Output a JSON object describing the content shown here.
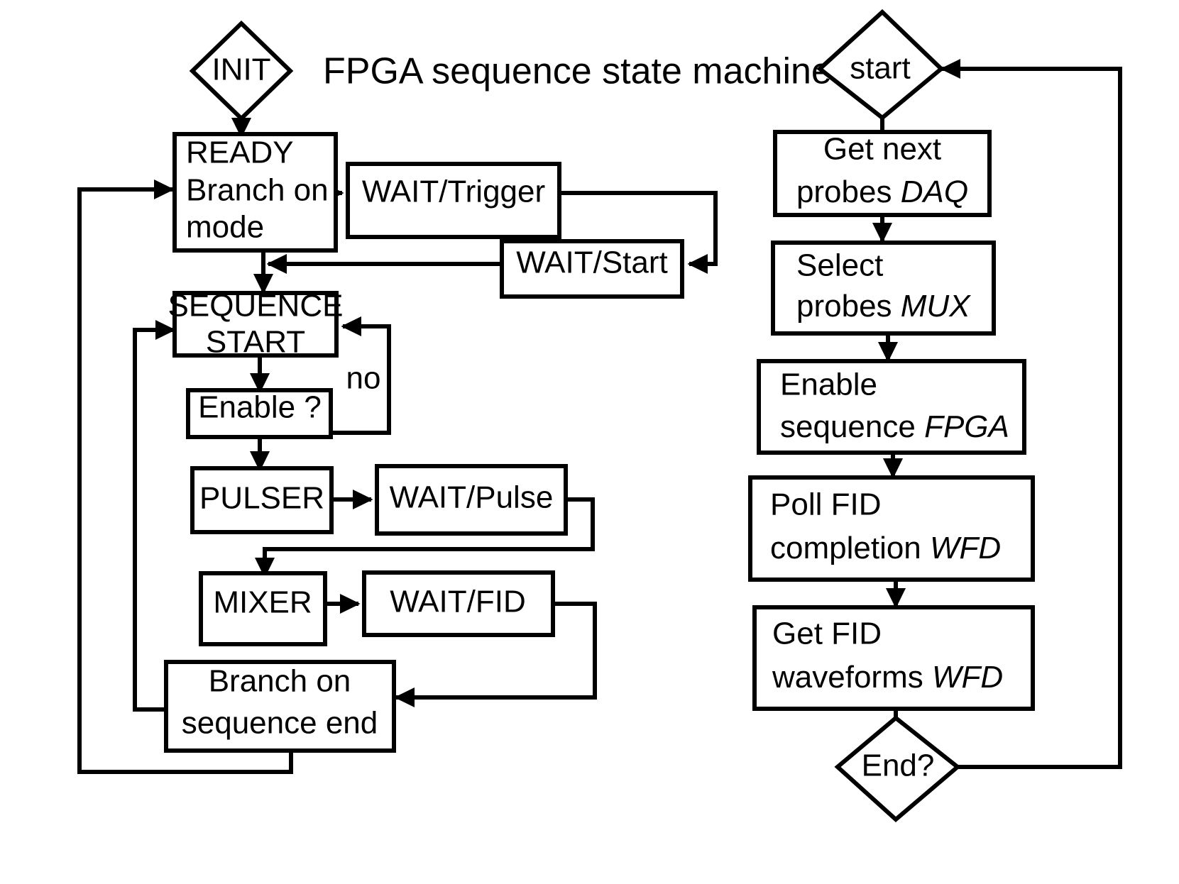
{
  "diagram": {
    "title": "FPGA sequence state machine",
    "type": "flowchart",
    "background_color": "#ffffff",
    "line_color": "#000000",
    "nodes": {
      "init": {
        "label": "INIT",
        "shape": "diamond"
      },
      "ready": {
        "line1": "READY",
        "line2": "Branch on",
        "line3": "mode",
        "shape": "rect"
      },
      "wait_trigger": {
        "label": "WAIT/Trigger",
        "shape": "rect"
      },
      "wait_start": {
        "label": "WAIT/Start",
        "shape": "rect"
      },
      "sequence_start": {
        "line1": "SEQUENCE",
        "line2": "START",
        "shape": "rect"
      },
      "enable_q": {
        "label": "Enable ?",
        "shape": "rect"
      },
      "pulser": {
        "label": "PULSER",
        "shape": "rect"
      },
      "wait_pulse": {
        "label": "WAIT/Pulse",
        "shape": "rect"
      },
      "mixer": {
        "label": "MIXER",
        "shape": "rect"
      },
      "wait_fid": {
        "label": "WAIT/FID",
        "shape": "rect"
      },
      "branch_seq_end": {
        "line1": "Branch on",
        "line2": "sequence end",
        "shape": "rect"
      },
      "start": {
        "label": "start",
        "shape": "diamond"
      },
      "get_next_probes": {
        "line1": "Get next",
        "line2_plain": "probes ",
        "line2_italic": "DAQ",
        "shape": "rect"
      },
      "select_probes": {
        "line1": "Select",
        "line2_plain": "probes ",
        "line2_italic": "MUX",
        "shape": "rect"
      },
      "enable_sequence": {
        "line1": "Enable",
        "line2_plain": "sequence ",
        "line2_italic": "FPGA",
        "shape": "rect"
      },
      "poll_fid": {
        "line1": "Poll FID",
        "line2_plain": "completion ",
        "line2_italic": "WFD",
        "shape": "rect"
      },
      "get_fid": {
        "line1": "Get FID",
        "line2_plain": "waveforms ",
        "line2_italic": "WFD",
        "shape": "rect"
      },
      "end_q": {
        "label": "End?",
        "shape": "diamond"
      }
    },
    "edge_labels": {
      "enable_no": "no"
    },
    "edges": [
      {
        "from": "init",
        "to": "ready"
      },
      {
        "from": "ready",
        "to": "wait_trigger"
      },
      {
        "from": "wait_trigger",
        "to": "wait_start"
      },
      {
        "from": "wait_start",
        "to": "ready"
      },
      {
        "from": "ready",
        "to": "sequence_start"
      },
      {
        "from": "sequence_start",
        "to": "enable_q"
      },
      {
        "from": "enable_q",
        "to": "sequence_start",
        "label": "no"
      },
      {
        "from": "enable_q",
        "to": "pulser"
      },
      {
        "from": "pulser",
        "to": "wait_pulse"
      },
      {
        "from": "wait_pulse",
        "to": "mixer"
      },
      {
        "from": "mixer",
        "to": "wait_fid"
      },
      {
        "from": "wait_fid",
        "to": "branch_seq_end"
      },
      {
        "from": "branch_seq_end",
        "to": "sequence_start"
      },
      {
        "from": "branch_seq_end",
        "to": "ready"
      },
      {
        "from": "start",
        "to": "get_next_probes"
      },
      {
        "from": "get_next_probes",
        "to": "select_probes"
      },
      {
        "from": "select_probes",
        "to": "enable_sequence"
      },
      {
        "from": "enable_sequence",
        "to": "poll_fid"
      },
      {
        "from": "poll_fid",
        "to": "get_fid"
      },
      {
        "from": "get_fid",
        "to": "end_q"
      },
      {
        "from": "end_q",
        "to": "start"
      }
    ]
  }
}
